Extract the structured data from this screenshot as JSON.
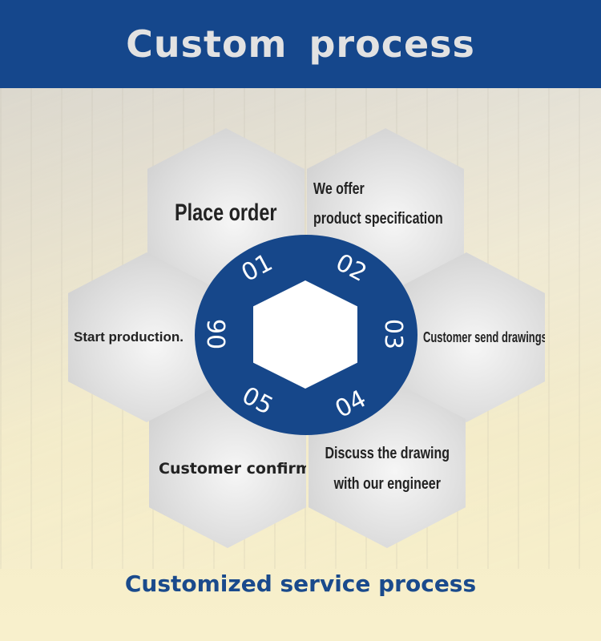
{
  "header": {
    "title": "Custom process"
  },
  "steps": [
    {
      "number": "01",
      "label": "Place order"
    },
    {
      "number": "02",
      "label_line1": "We offer",
      "label_line2": "product specification"
    },
    {
      "number": "03",
      "label": "Customer send drawings"
    },
    {
      "number": "04",
      "label_line1": "Discuss the drawing",
      "label_line2": "with our engineer"
    },
    {
      "number": "05",
      "label": "Customer confirm"
    },
    {
      "number": "06",
      "label": "Start production."
    }
  ],
  "footer": {
    "subtitle": "Customized service process"
  },
  "colors": {
    "brand_blue": "#15478c",
    "hex_gray": "#d9d9d9"
  }
}
